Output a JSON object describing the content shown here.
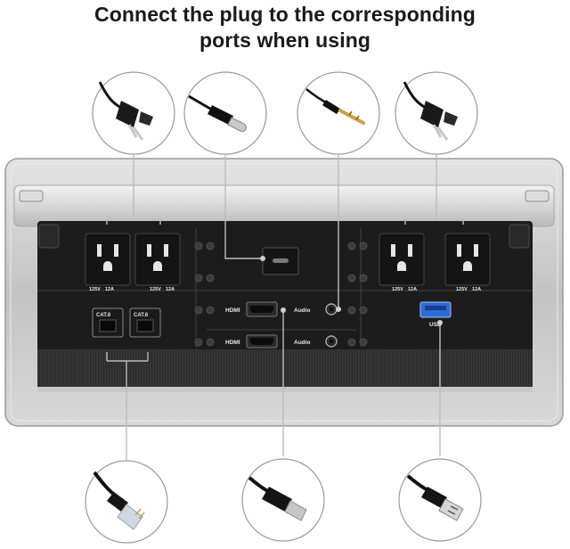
{
  "title": {
    "line1": "Connect the plug to the corresponding",
    "line2": "ports when using"
  },
  "panel": {
    "outlet_rating": [
      "125V",
      "12A"
    ],
    "hdmi_label": "HDMI",
    "audio_label": "Audio",
    "usb_label": "USB",
    "cat_label": "CAT.6"
  },
  "plugs_top": [
    "power-plug-icon",
    "usb-c-plug-icon",
    "audio-jack-plug-icon",
    "power-plug-icon"
  ],
  "plugs_bottom": [
    "ethernet-plug-icon",
    "hdmi-plug-icon",
    "usb-a-plug-icon"
  ],
  "colors": {
    "frame": "#c9c9c9",
    "panel": "#1c1c1c",
    "usb_port": "#2f6bd8"
  }
}
